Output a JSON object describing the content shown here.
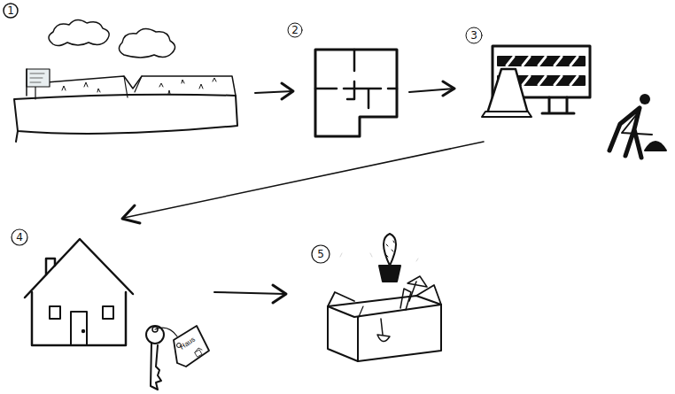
{
  "diagram": {
    "labels": [
      "1",
      "2",
      "3",
      "4",
      "5",
      "Haus"
    ]
  }
}
